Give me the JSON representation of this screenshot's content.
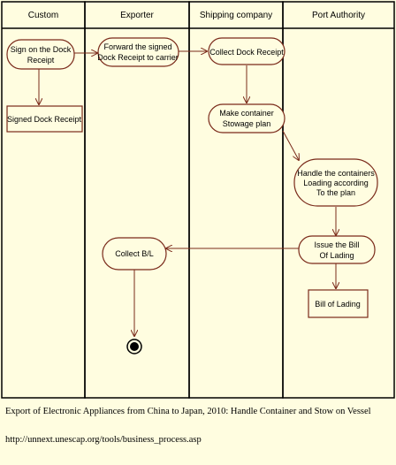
{
  "lanes": [
    "Custom",
    "Exporter",
    "Shipping company",
    "Port Authority"
  ],
  "nodes": {
    "sign_dock_receipt": [
      "Sign on the Dock",
      "Receipt"
    ],
    "signed_dock_receipt": [
      "Signed Dock Receipt"
    ],
    "forward_dock_receipt": [
      "Forward the signed",
      "Dock Receipt to carrier"
    ],
    "collect_dock_receipt": [
      "Collect Dock Receipt"
    ],
    "make_stowage_plan": [
      "Make container",
      "Stowage plan"
    ],
    "handle_containers": [
      "Handle the containers",
      "Loading according",
      "To the plan"
    ],
    "issue_bill": [
      "Issue the Bill",
      "Of Lading"
    ],
    "bill_of_lading": [
      "Bill of Lading"
    ],
    "collect_bl": [
      "Collect B/L"
    ]
  },
  "caption": {
    "title": "Export of Electronic Appliances from China to Japan, 2010: Handle Container and Stow on Vessel",
    "url": "http://unnext.unescap.org/tools/business_process.asp"
  },
  "colors": {
    "background": "#fffde0",
    "node_border": "#7a2a1a",
    "lane_border": "#000000",
    "arrow": "#7a2a1a"
  }
}
